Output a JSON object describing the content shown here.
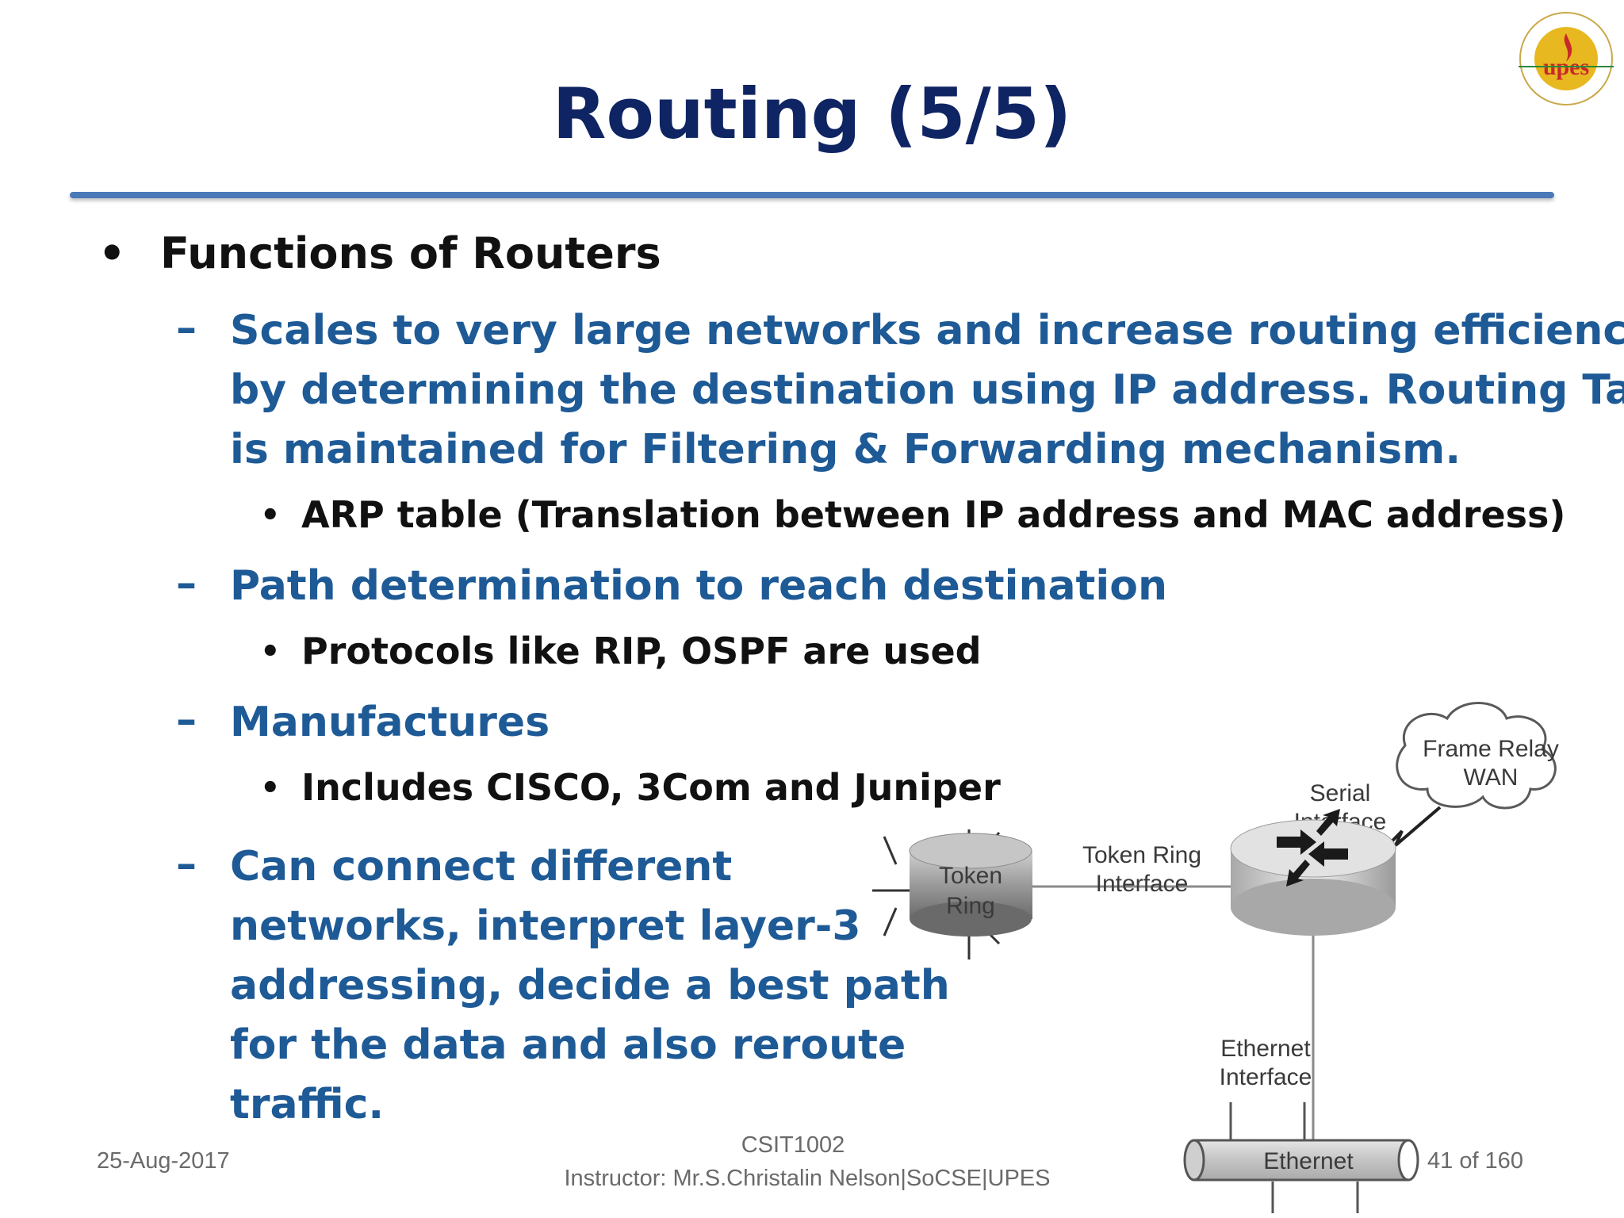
{
  "slide": {
    "title": "Routing (5/5)",
    "bullet": "Functions of Routers",
    "items": [
      {
        "lines": [
          "Scales to very large networks and increase routing efficiency",
          "by determining the destination using IP address. Routing Table",
          "is maintained for Filtering & Forwarding mechanism."
        ],
        "sub": "ARP table (Translation between IP address and MAC address)"
      },
      {
        "lines": [
          "Path determination to reach destination"
        ],
        "sub": "Protocols like RIP, OSPF are used"
      },
      {
        "lines": [
          "Manufactures"
        ],
        "sub": "Includes CISCO, 3Com and Juniper"
      },
      {
        "lines": [
          "Can connect different",
          "networks, interpret layer-3",
          "addressing, decide a best path",
          "for the data and also reroute",
          "traffic."
        ]
      }
    ],
    "bullet_symbol": "•",
    "dash_symbol": "–"
  },
  "diagram": {
    "cloud_line1": "Frame Relay",
    "cloud_line2": "WAN",
    "serial_line1": "Serial",
    "serial_line2": "Interface",
    "token_line1": "Token",
    "token_line2": "Ring",
    "tri_line1": "Token Ring",
    "tri_line2": "Interface",
    "eth_if_line1": "Ethernet",
    "eth_if_line2": "Interface",
    "ethernet": "Ethernet"
  },
  "logo": {
    "text": "UPES",
    "colors": {
      "gold": "#e8b820",
      "red": "#c8282a"
    }
  },
  "footer": {
    "date": "25-Aug-2017",
    "course": "CSIT1002",
    "instructor": "Instructor: Mr.S.Christalin Nelson|SoCSE|UPES",
    "page": "41 of 160"
  },
  "colors": {
    "title": "#0f2462",
    "accent": "#1e5a96",
    "rule": "#4a78b8"
  }
}
